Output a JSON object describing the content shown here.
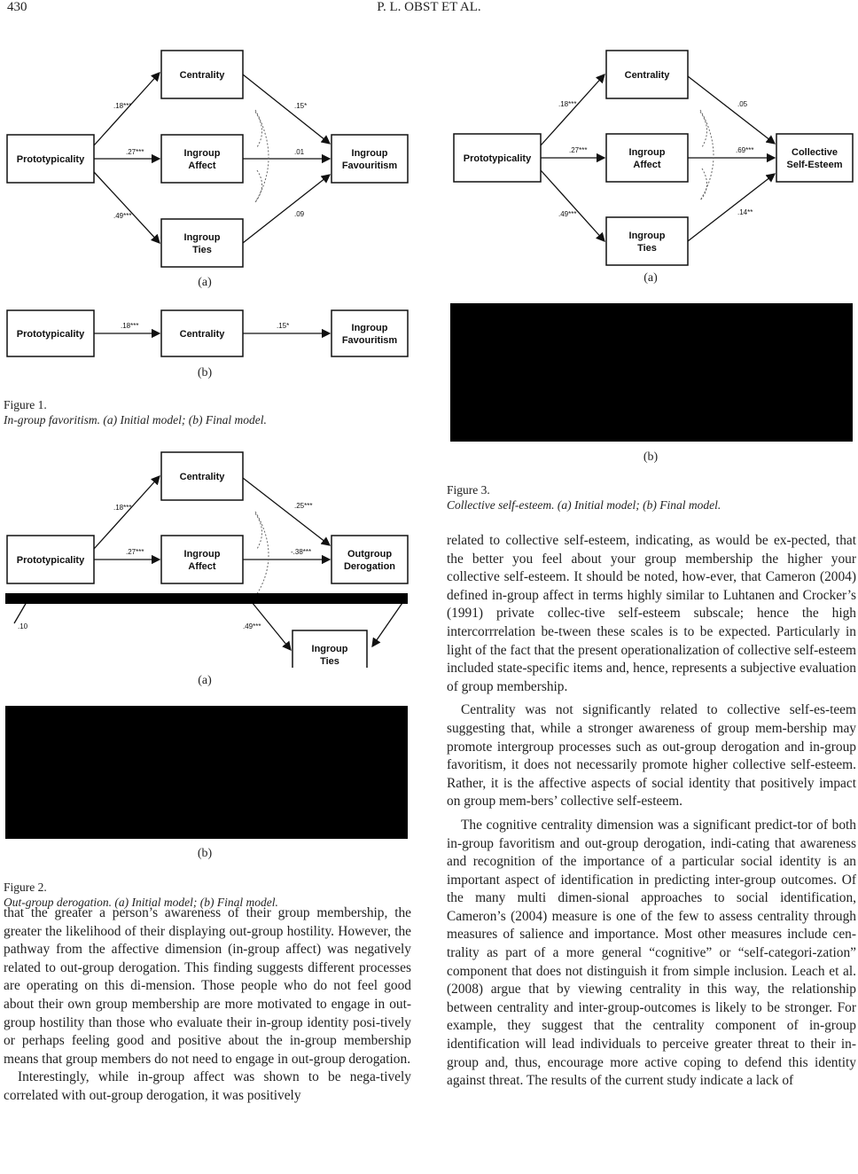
{
  "header": {
    "page_number": "430",
    "running_head": "P. L. OBST ET AL."
  },
  "nodes": {
    "prototypicality": [
      "Prototypicality"
    ],
    "centrality": [
      "Centrality"
    ],
    "ingroup_affect": [
      "Ingroup",
      "Affect"
    ],
    "ingroup_ties": [
      "Ingroup",
      "Ties"
    ],
    "ingroup_favouritism": [
      "Ingroup",
      "Favouritism"
    ],
    "outgroup_derogation": [
      "Outgroup",
      "Derogation"
    ],
    "collective_self_esteem": [
      "Collective",
      "Self-Esteem"
    ]
  },
  "figure1": {
    "a": {
      "coef_proto_cent": ".18***",
      "coef_proto_aff": ".27***",
      "coef_proto_ties": ".49***",
      "coef_cent_out": ".15*",
      "coef_aff_out": ".01",
      "coef_ties_out": ".09"
    },
    "b": {
      "coef_proto_cent": ".18***",
      "coef_cent_out": ".15*"
    },
    "sub_a": "(a)",
    "sub_b": "(b)",
    "label": "Figure 1.",
    "title": "In-group favoritism. (a) Initial model; (b) Final model."
  },
  "figure2": {
    "a": {
      "coef_proto_cent": ".18***",
      "coef_proto_aff": ".27***",
      "coef_cent_out": ".25***",
      "coef_aff_out": "-.38***",
      "coef_left": ".10",
      "coef_ties": ".49***"
    },
    "sub_a": "(a)",
    "sub_b": "(b)",
    "label": "Figure 2.",
    "title": "Out-group derogation. (a) Initial model; (b) Final model."
  },
  "figure3": {
    "a": {
      "coef_proto_cent": ".18***",
      "coef_proto_aff": ".27***",
      "coef_proto_ties": ".49***",
      "coef_cent_out": ".05",
      "coef_aff_out": ".69***",
      "coef_ties_out": ".14**"
    },
    "sub_a": "(a)",
    "sub_b": "(b)",
    "label": "Figure 3.",
    "title": "Collective self-esteem. (a) Initial model; (b) Final model."
  },
  "left_text": [
    "that the greater a person’s awareness of their group membership, the greater the likelihood of their displaying out-group hostility. However, the pathway from the affective dimension (in-group affect) was negatively related to out-group derogation. This finding suggests different processes are operating on this di-mension. Those people who do not feel good about their own group membership are more motivated to engage in out-group hostility than those who evaluate their in-group identity posi-tively or perhaps feeling good and positive about the in-group membership means that group members do not need to engage in out-group derogation.",
    "Interestingly, while in-group affect was shown to be nega-tively correlated with out-group derogation, it was positively"
  ],
  "right_text": [
    "related to collective self-esteem, indicating, as would be ex-pected, that the better you feel about your group membership the higher your collective self-esteem. It should be noted, how-ever, that Cameron (2004) defined in-group affect in terms highly similar to Luhtanen and Crocker’s (1991) private collec-tive self-esteem subscale; hence the high intercorrrelation be-tween these scales is to be expected. Particularly in light of the fact that the present operationalization of collective self-esteem included state-specific items and, hence, represents a subjective evaluation of group membership.",
    "Centrality was not significantly related to collective self-es-teem suggesting that, while a stronger awareness of group mem-bership may promote intergroup processes such as out-group derogation and in-group favoritism, it does not necessarily promote higher collective self-esteem. Rather, it is the affective aspects of social identity that positively impact on group mem-bers’ collective self-esteem.",
    "The cognitive centrality dimension was a significant predict-tor of both in-group favoritism and out-group derogation, indi-cating that awareness and recognition of the importance of a particular social identity is an important aspect of identification in predicting inter-group outcomes. Of the many multi dimen-sional approaches to social identification, Cameron’s (2004) measure is one of the few to assess centrality through measures of salience and importance. Most other measures include cen-trality as part of a more general “cognitive” or “self-categori-zation” component that does not distinguish it from simple inclusion. Leach et al. (2008) argue that by viewing centrality in this way, the relationship between centrality and inter-group-outcomes is likely to be stronger. For example, they suggest that the centrality component of in-group identification will lead individuals to perceive greater threat to their in-group and, thus, encourage more active coping to defend this identity against threat. The results of the current study indicate a lack of"
  ]
}
